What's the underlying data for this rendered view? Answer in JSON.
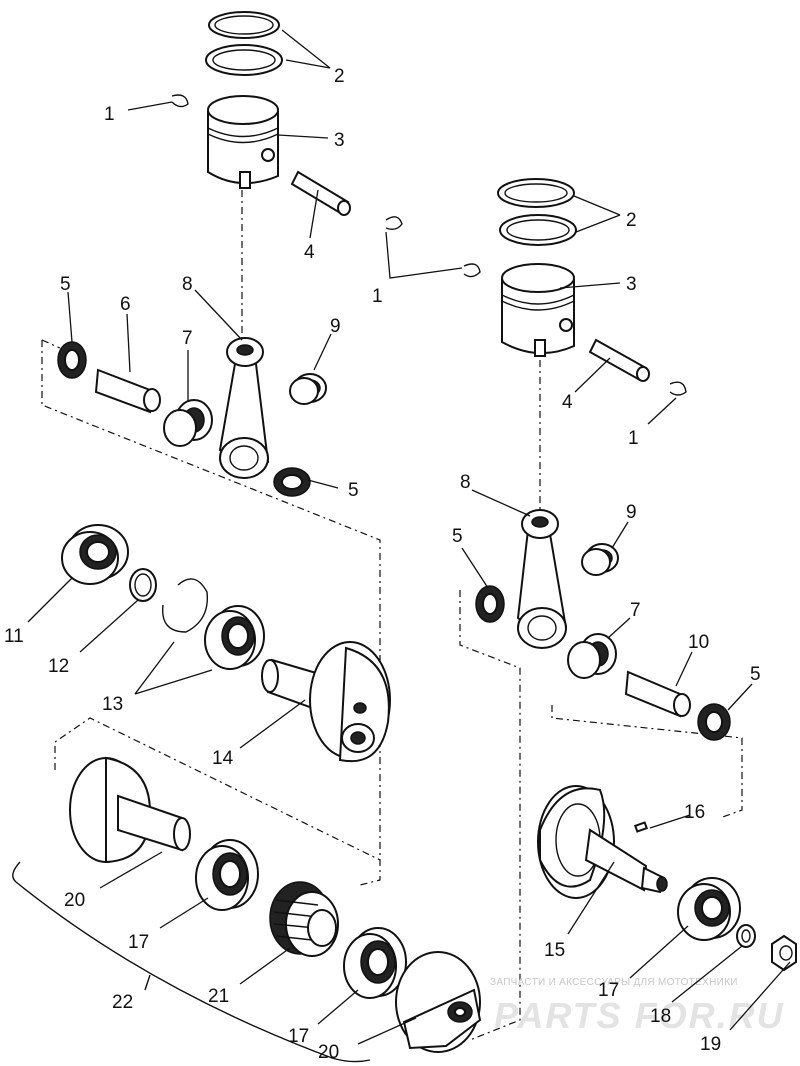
{
  "diagram": {
    "type": "exploded-parts-diagram",
    "callouts": [
      {
        "id": "c1a",
        "label": "1"
      },
      {
        "id": "c1b",
        "label": "1"
      },
      {
        "id": "c1c",
        "label": "1"
      },
      {
        "id": "c2a",
        "label": "2"
      },
      {
        "id": "c2b",
        "label": "2"
      },
      {
        "id": "c3a",
        "label": "3"
      },
      {
        "id": "c3b",
        "label": "3"
      },
      {
        "id": "c4a",
        "label": "4"
      },
      {
        "id": "c4b",
        "label": "4"
      },
      {
        "id": "c5a",
        "label": "5"
      },
      {
        "id": "c5b",
        "label": "5"
      },
      {
        "id": "c5c",
        "label": "5"
      },
      {
        "id": "c5d",
        "label": "5"
      },
      {
        "id": "c6",
        "label": "6"
      },
      {
        "id": "c7a",
        "label": "7"
      },
      {
        "id": "c7b",
        "label": "7"
      },
      {
        "id": "c8a",
        "label": "8"
      },
      {
        "id": "c8b",
        "label": "8"
      },
      {
        "id": "c9a",
        "label": "9"
      },
      {
        "id": "c9b",
        "label": "9"
      },
      {
        "id": "c10",
        "label": "10"
      },
      {
        "id": "c11",
        "label": "11"
      },
      {
        "id": "c12",
        "label": "12"
      },
      {
        "id": "c13",
        "label": "13"
      },
      {
        "id": "c14",
        "label": "14"
      },
      {
        "id": "c15",
        "label": "15"
      },
      {
        "id": "c16",
        "label": "16"
      },
      {
        "id": "c17a",
        "label": "17"
      },
      {
        "id": "c17b",
        "label": "17"
      },
      {
        "id": "c17c",
        "label": "17"
      },
      {
        "id": "c18",
        "label": "18"
      },
      {
        "id": "c19",
        "label": "19"
      },
      {
        "id": "c20a",
        "label": "20"
      },
      {
        "id": "c20b",
        "label": "20"
      },
      {
        "id": "c21",
        "label": "21"
      },
      {
        "id": "c22",
        "label": "22"
      }
    ]
  },
  "watermark": {
    "line1": "ЗАПЧАСТИ И АКСЕССУАРЫ ДЛЯ МОТОТЕХНИКИ",
    "line2": "PARTS FOR.RU"
  },
  "colors": {
    "ink": "#111111",
    "background": "#ffffff",
    "watermark": "#d0d0d0"
  }
}
